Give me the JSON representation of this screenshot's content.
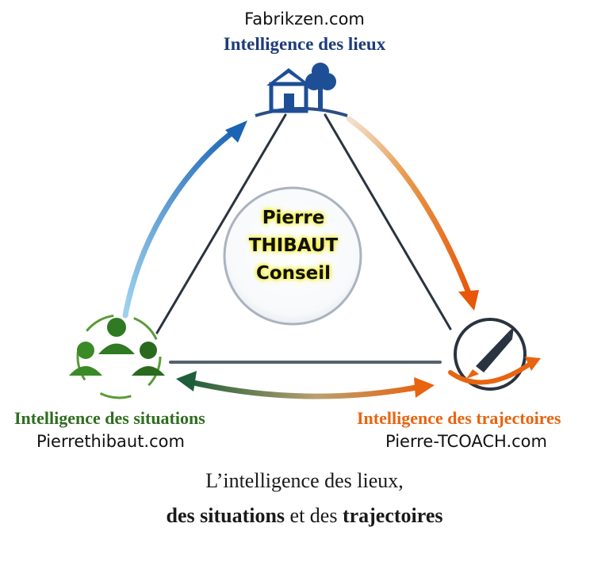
{
  "top_node": {
    "site": "Fabrikzen.com",
    "title": "Intelligence des lieux",
    "icon": "house-tree-icon"
  },
  "left_node": {
    "site": "Pierrethibaut.com",
    "title": "Intelligence des situations",
    "icon": "group-people-icon"
  },
  "right_node": {
    "site": "Pierre-TCOACH.com",
    "title": "Intelligence des trajectoires",
    "icon": "rocket-compass-icon"
  },
  "center": {
    "line1": "Pierre",
    "line2": "THIBAUT",
    "line3": "Conseil"
  },
  "tagline": {
    "line1": "L’intelligence des lieux,",
    "line2_part1": "des situations",
    "line2_part2": " et des ",
    "line2_part3": "trajectoires"
  },
  "colors": {
    "blue": "#1e4f96",
    "green": "#2e6e1e",
    "orange": "#e8640f",
    "dark": "#2a3340"
  }
}
